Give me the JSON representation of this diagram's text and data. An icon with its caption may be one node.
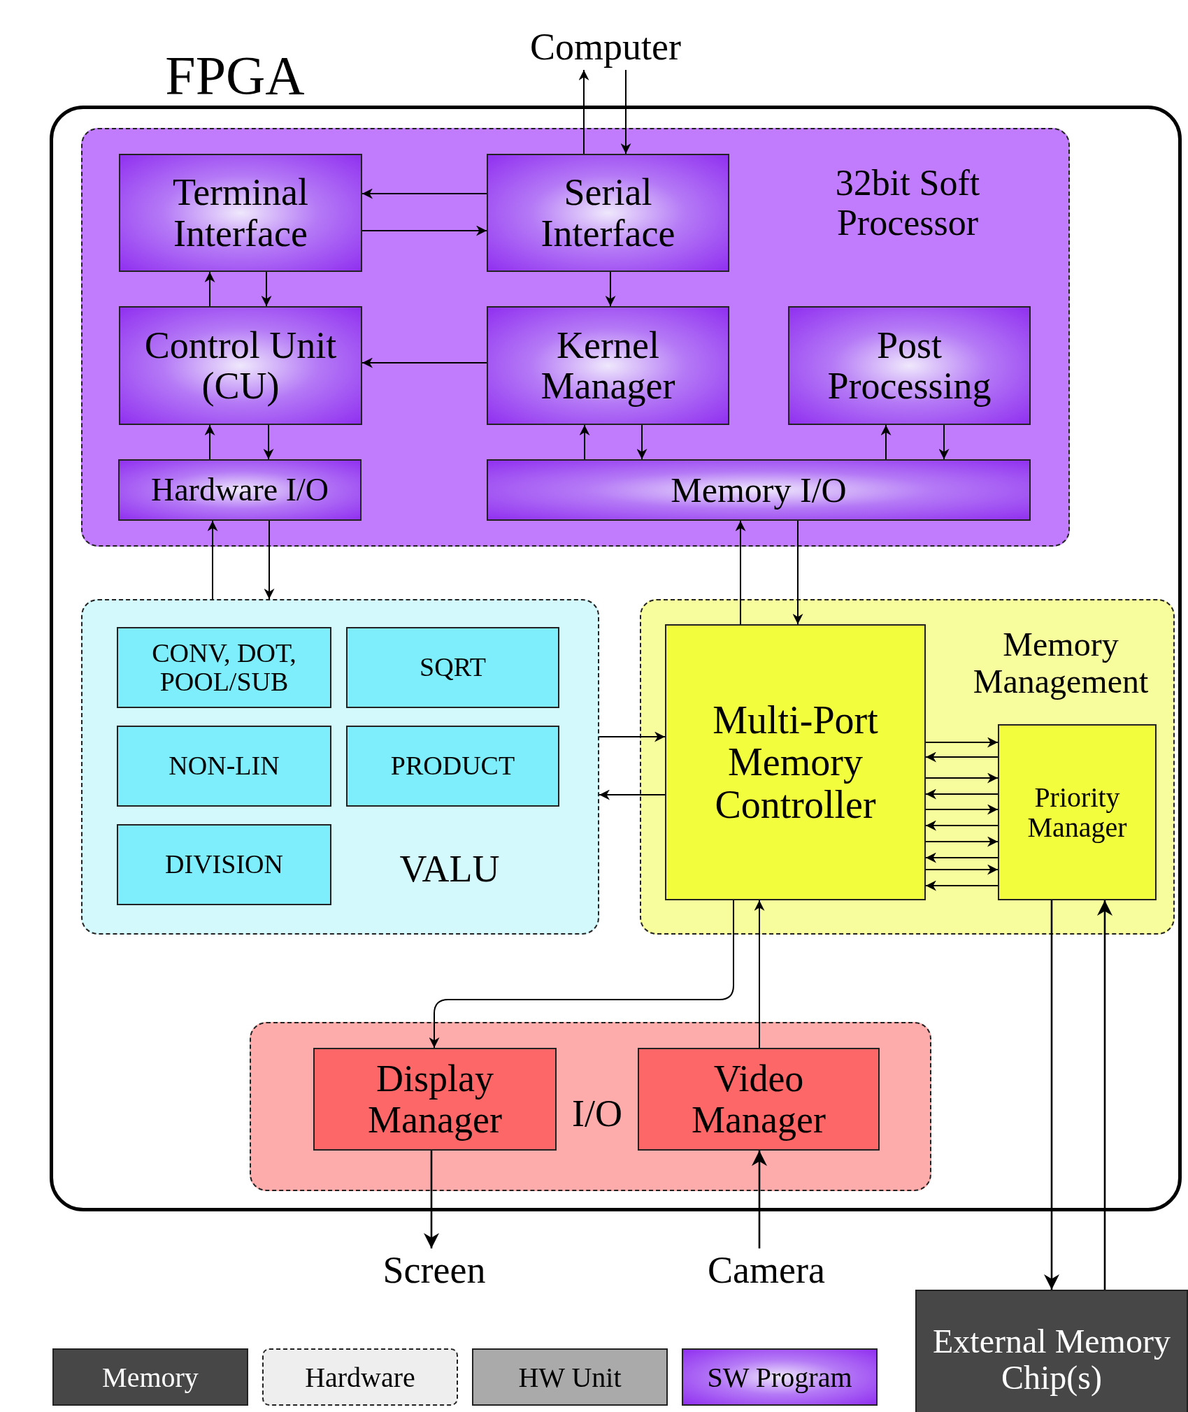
{
  "diagram": {
    "nodes": [
      {
        "text": [
          "FPGA"
        ]
      },
      {
        "text": [
          "Computer"
        ]
      },
      {
        "text": [
          "32bit Soft Processor"
        ],
        "in": 0
      },
      {
        "text": [
          "Terminal Interface"
        ],
        "in": 2
      },
      {
        "text": [
          "Serial Interface"
        ],
        "in": 2
      },
      {
        "text": [
          "Control Unit (CU)"
        ],
        "in": 2
      },
      {
        "text": [
          "Kernel Manager"
        ],
        "in": 2
      },
      {
        "text": [
          "Post Processing"
        ],
        "in": 2
      },
      {
        "text": [
          "Hardware I/O"
        ],
        "in": 2
      },
      {
        "text": [
          "Memory I/O"
        ],
        "in": 2
      },
      {
        "text": [
          "VALU"
        ],
        "in": 0
      },
      {
        "text": [
          "CONV, DOT, POOL/SUB"
        ],
        "in": 10
      },
      {
        "text": [
          "SQRT"
        ],
        "in": 10
      },
      {
        "text": [
          "NON-LIN"
        ],
        "in": 10
      },
      {
        "text": [
          "PRODUCT"
        ],
        "in": 10
      },
      {
        "text": [
          "DIVISION"
        ],
        "in": 10
      },
      {
        "text": [
          "Memory Management"
        ],
        "in": 0
      },
      {
        "text": [
          "Multi-Port Memory Controller"
        ],
        "in": 16
      },
      {
        "text": [
          "Priority Manager"
        ],
        "in": 16
      },
      {
        "text": [
          "I/O"
        ],
        "in": 0
      },
      {
        "text": [
          "Display Manager"
        ],
        "in": 19
      },
      {
        "text": [
          "Video Manager"
        ],
        "in": 19
      },
      {
        "text": [
          "Screen"
        ]
      },
      {
        "text": [
          "Camera"
        ]
      },
      {
        "text": [
          "External Memory Chip(s)"
        ]
      }
    ],
    "edges": [
      {
        "from": 4,
        "to": 1,
        "arrow": "to"
      },
      {
        "from": 1,
        "to": 4,
        "arrow": "to"
      },
      {
        "from": 4,
        "to": 3,
        "arrow": "to"
      },
      {
        "from": 3,
        "to": 4,
        "arrow": "to"
      },
      {
        "from": 4,
        "to": 6,
        "arrow": "to"
      },
      {
        "from": 5,
        "to": 3,
        "arrow": "to"
      },
      {
        "from": 3,
        "to": 5,
        "arrow": "to"
      },
      {
        "from": 6,
        "to": 5,
        "arrow": "to"
      },
      {
        "from": 8,
        "to": 5,
        "arrow": "to"
      },
      {
        "from": 5,
        "to": 8,
        "arrow": "to"
      },
      {
        "from": 9,
        "to": 6,
        "arrow": "to"
      },
      {
        "from": 6,
        "to": 9,
        "arrow": "to"
      },
      {
        "from": 9,
        "to": 7,
        "arrow": "to"
      },
      {
        "from": 7,
        "to": 9,
        "arrow": "to"
      },
      {
        "from": 10,
        "to": 8,
        "arrow": "to"
      },
      {
        "from": 8,
        "to": 10,
        "arrow": "to"
      },
      {
        "from": 17,
        "to": 9,
        "arrow": "to"
      },
      {
        "from": 9,
        "to": 17,
        "arrow": "to"
      },
      {
        "from": 10,
        "to": 17,
        "arrow": "to"
      },
      {
        "from": 17,
        "to": 10,
        "arrow": "to"
      },
      {
        "from": 17,
        "to": 18,
        "arrow": "to"
      },
      {
        "from": 18,
        "to": 17,
        "arrow": "to"
      },
      {
        "from": 17,
        "to": 18,
        "arrow": "to"
      },
      {
        "from": 18,
        "to": 17,
        "arrow": "to"
      },
      {
        "from": 17,
        "to": 18,
        "arrow": "to"
      },
      {
        "from": 18,
        "to": 17,
        "arrow": "to"
      },
      {
        "from": 17,
        "to": 18,
        "arrow": "to"
      },
      {
        "from": 18,
        "to": 17,
        "arrow": "to"
      },
      {
        "from": 17,
        "to": 18,
        "arrow": "to"
      },
      {
        "from": 18,
        "to": 17,
        "arrow": "to"
      },
      {
        "from": 17,
        "to": 20,
        "arrow": "to"
      },
      {
        "from": 21,
        "to": 17,
        "arrow": "to"
      },
      {
        "from": 20,
        "to": 22,
        "arrow": "to"
      },
      {
        "from": 23,
        "to": 21,
        "arrow": "to"
      },
      {
        "from": 18,
        "to": 24,
        "arrow": "to"
      },
      {
        "from": 24,
        "to": 18,
        "arrow": "to"
      }
    ],
    "legend": [
      {
        "text": "Memory",
        "color": "#474747"
      },
      {
        "text": "Hardware",
        "color": "#eeeeee"
      },
      {
        "text": "HW Unit",
        "color": "#aaaaaa"
      },
      {
        "text": "SW Program",
        "color": "#9030f0"
      }
    ]
  }
}
